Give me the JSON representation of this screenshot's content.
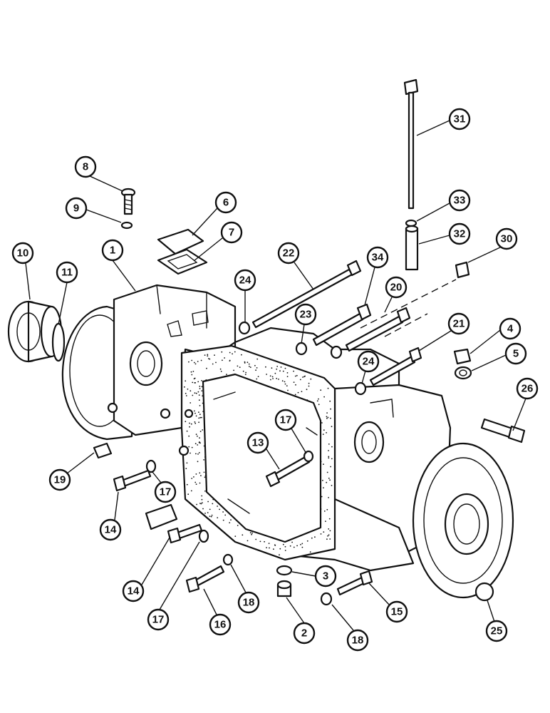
{
  "callouts": {
    "c1": "1",
    "c2": "2",
    "c3": "3",
    "c4": "4",
    "c5": "5",
    "c6": "6",
    "c7": "7",
    "c8": "8",
    "c9": "9",
    "c10": "10",
    "c11": "11",
    "c13": "13",
    "c14a": "14",
    "c14b": "14",
    "c15": "15",
    "c16": "16",
    "c17a": "17",
    "c17b": "17",
    "c17c": "17",
    "c18a": "18",
    "c18b": "18",
    "c19": "19",
    "c20": "20",
    "c21": "21",
    "c22": "22",
    "c23": "23",
    "c24a": "24",
    "c24b": "24",
    "c25": "25",
    "c26": "26",
    "c30": "30",
    "c31": "31",
    "c32": "32",
    "c33": "33",
    "c34": "34"
  }
}
